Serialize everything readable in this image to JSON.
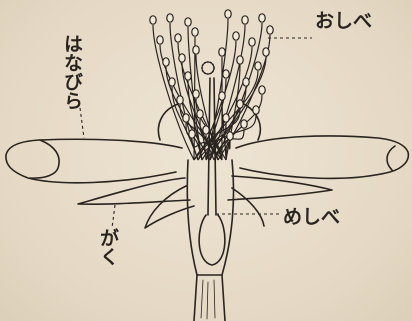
{
  "labels": {
    "stamen": "おしべ",
    "petal": "はなびら",
    "pistil": "めしべ",
    "sepal": "がく"
  },
  "colors": {
    "ink": "#2a2420",
    "paper": "#e7dcc9"
  }
}
